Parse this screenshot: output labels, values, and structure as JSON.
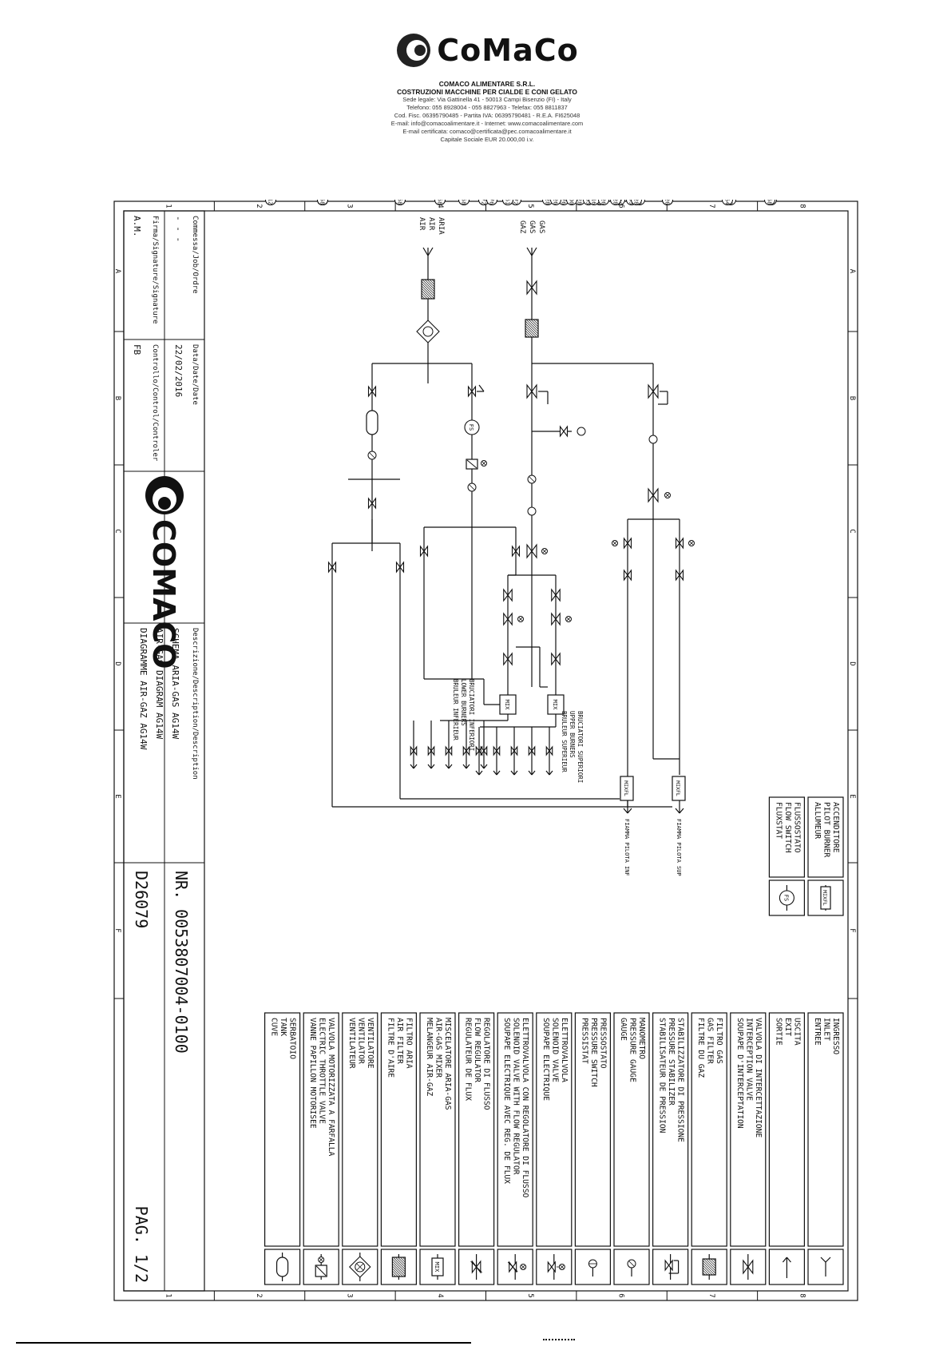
{
  "header": {
    "logo_text": "CoMaCo",
    "company_lines": [
      "COMACO ALIMENTARE S.R.L.",
      "COSTRUZIONI MACCHINE PER CIALDE E CONI GELATO",
      "Sede legale: Via Gattinella 41 - 50013 Campi Bisenzio (FI) - Italy",
      "Telefono: 055 8928004 - 055 8827963 - Telefax: 055 8811837",
      "Cod. Fisc. 06395790485 - Partita IVA: 06395790481 - R.E.A. FI625048",
      "E-mail: info@comacoalimentare.it - Internet: www.comacoalimentare.com",
      "E-mail certificata: comaco@certificata@pec.comacoalimentare.it",
      "Capitale Sociale EUR 20.000,00 i.v."
    ]
  },
  "frame": {
    "row_letters": [
      "A",
      "B",
      "C",
      "D",
      "E",
      "F"
    ],
    "col_numbers": [
      "1",
      "2",
      "3",
      "4",
      "5",
      "6",
      "7",
      "8"
    ]
  },
  "legend": [
    {
      "symbol": "inlet",
      "text": [
        "INGRESSO",
        "INLET",
        "ENTREE"
      ]
    },
    {
      "symbol": "exit",
      "text": [
        "USCITA",
        "EXIT",
        "SORTIE"
      ]
    },
    {
      "symbol": "valve",
      "text": [
        "VALVOLA DI INTERCETTAZIONE",
        "INTERCEPTION VALVE",
        "SOUPAPE D'INTERCEPTATION"
      ]
    },
    {
      "symbol": "filter",
      "text": [
        "FILTRO GAS",
        "GAS FILTER",
        "FILTRE DU GAZ"
      ]
    },
    {
      "symbol": "stabilizer",
      "text": [
        "STABILIZZATORE DI PRESSIONE",
        "PRESSURE STABILIZER",
        "STABILISATEUR DE PRESSION"
      ]
    },
    {
      "symbol": "gauge",
      "text": [
        "MANOMETRO",
        "PRESSURE GAUGE",
        "GAUGE"
      ]
    },
    {
      "symbol": "pswitch",
      "text": [
        "PRESSOSTATO",
        "PRESSURE SWITCH",
        "PRESSISTAT"
      ]
    },
    {
      "symbol": "solenoid",
      "text": [
        "ELETTROVALVOLA",
        "SOLENOID VALVE",
        "SOUPAPE ELECTRIQUE"
      ]
    },
    {
      "symbol": "solflow",
      "text": [
        "ELETTROVALVOLA CON REGOLATORE DI FLUSSO",
        "SOLENOID VALVE WITH FLOW REGULATOR",
        "SOUPAPE ELECTRIQUE AVEC REG. DE FLUX"
      ]
    },
    {
      "symbol": "flowreg",
      "text": [
        "REGOLATORE DI FLUSSO",
        "FLOW REGULATOR",
        "REGULATEUR DE FLUX"
      ]
    },
    {
      "symbol": "mix",
      "text": [
        "MISCELATORE ARIA-GAS",
        "AIR-GAS MIXER",
        "MELANGEUR AIR-GAZ"
      ]
    },
    {
      "symbol": "airfilter",
      "text": [
        "FILTRO ARIA",
        "AIR FILTER",
        "FILTRE D'AIRE"
      ]
    },
    {
      "symbol": "fan",
      "text": [
        "VENTILATORE",
        "VENTILATOR",
        "VENTILATEUR"
      ]
    },
    {
      "symbol": "butterfly",
      "text": [
        "VALVOLA MOTORIZZATA A FARFALLA",
        "ELECTRIC THROTTLE VALVE",
        "VANNE PAPILLON MOTORISEE"
      ]
    },
    {
      "symbol": "tank",
      "text": [
        "SERBATOIO",
        "TANK",
        "CUVE"
      ]
    }
  ],
  "legend2": [
    {
      "symbol": "mixfl",
      "label": "MIXFL",
      "text": [
        "ACCENDITORE",
        "PILOT BURNER",
        "ALLUMEUR"
      ]
    },
    {
      "symbol": "fs",
      "label": "FS",
      "text": [
        "FLUSSOSTATO",
        "FLOW SWITCH",
        "FLUXSTAT"
      ]
    }
  ],
  "diagram": {
    "gas_label": [
      "GAS",
      "GAS",
      "GAZ"
    ],
    "air_label": [
      "ARIA",
      "AIR",
      "AIR"
    ],
    "mix_label": "MIX",
    "mixfl_label": "MIXFL",
    "fs_label": "FS",
    "pilot_sup": "FIAMMA PILOTA SUP",
    "pilot_inf": "FIAMMA PILOTA INF",
    "upper_burners": [
      "BRUCIATORI SUPERIORI",
      "UPPER BURNERS",
      "BRULEUR SUPERIEUR"
    ],
    "lower_burners": [
      "BRUCIATORI INFERIORI",
      "LOWER BURNERS",
      "BRULEUR INFERIEUR"
    ]
  },
  "titleblock": {
    "job_label": "Commessa/Job/Ordre",
    "job_value": "- - -",
    "sign_label": "Firma/Signature/Signature",
    "sign_value": "A.M.",
    "date_label": "Data/Date/Date",
    "date_value": "22/02/2016",
    "control_label": "Controllo/Control/Controler",
    "control_value": "FB",
    "logo_text": "COMACO",
    "desc_label": "Descrizione/Description/Description",
    "desc_lines": [
      "SCHEMA ARIA-GAS AG14W",
      "AIR-GAS DIAGRAM AG14W",
      "DIAGRAMME AIR-GAZ AG14W"
    ],
    "nr": "NR. 0053807004-0100",
    "code": "D26079",
    "page": "PAG. 1/2"
  }
}
